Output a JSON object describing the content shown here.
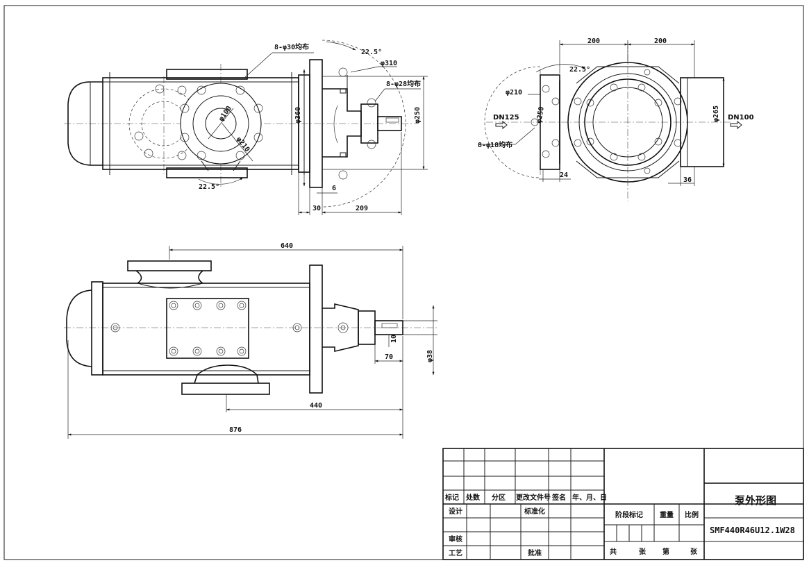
{
  "title_block": {
    "drawing_title": "泵外形图",
    "model_code": "SMF440R46U12.1W28",
    "header_cells": [
      "标记",
      "处数",
      "分区",
      "更改文件号",
      "签名",
      "年、月、日"
    ],
    "row_labels": [
      "设计",
      "审核",
      "工艺"
    ],
    "standardization_label": "标准化",
    "approval_label": "批准",
    "stage_label": "阶段标记",
    "weight_label": "重量",
    "scale_label": "比例",
    "sheets_total_label": "共",
    "sheets_unit_label": "张",
    "sheet_no_label": "第",
    "sheet_no_unit_label": "张"
  },
  "front_view": {
    "dims": {
      "bolt_holes_top": "8-φ30均布",
      "angle_top": "22.5°",
      "pcd_310": "φ310",
      "bolt_holes_mid": "8-φ28均布",
      "dia_100": "φ100",
      "dia_210": "φ210",
      "dia_360": "φ360",
      "dia_250": "φ250",
      "angle_bottom": "22.5°",
      "gap_6": "6",
      "len_30": "30",
      "len_209": "209"
    }
  },
  "side_view": {
    "dims": {
      "w_200_left": "200",
      "w_200_right": "200",
      "angle": "22.5°",
      "dia_210": "φ210",
      "dia_250": "φ250",
      "inlet": "DN125",
      "outlet": "DN100",
      "bolt_holes": "8-φ18均布",
      "dia_265": "φ265",
      "len_24": "24",
      "len_36": "36"
    }
  },
  "bottom_view": {
    "dims": {
      "len_640": "640",
      "len_440": "440",
      "len_876": "876",
      "len_70": "70",
      "len_10": "10",
      "dia_38": "φ38"
    }
  }
}
